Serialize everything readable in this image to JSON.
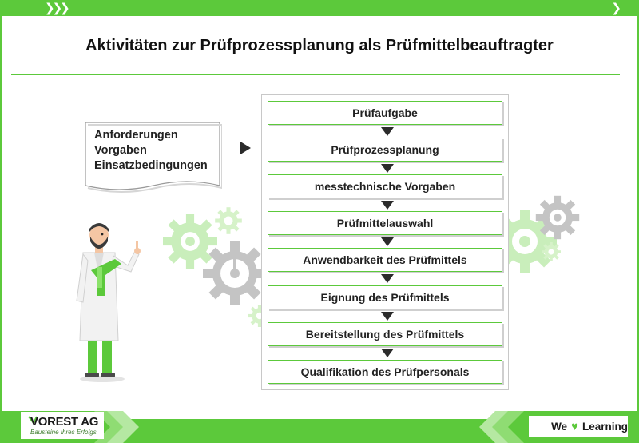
{
  "title": "Aktivitäten zur Prüfprozessplanung als Prüfmittelbeauftragter",
  "note": {
    "lines": [
      "Anforderungen",
      "Vorgaben",
      "Einsatzbedingungen"
    ]
  },
  "steps": [
    "Prüfaufgabe",
    "Prüfprozessplanung",
    "messtechnische Vorgaben",
    "Prüfmittelauswahl",
    "Anwendbarkeit des Prüfmittels",
    "Eignung des Prüfmittels",
    "Bereitstellung des Prüfmittels",
    "Qualifikation des Prüfpersonals"
  ],
  "footer": {
    "logo_name": "VOREST AG",
    "logo_tagline": "Bausteine Ihres Erfolgs",
    "slogan_before": "We",
    "slogan_after": "Learning"
  },
  "colors": {
    "accent": "#5cc93b",
    "gear_light": "#c9eebb",
    "gear_gray": "#bdbdbd",
    "coat": "#f2f2f2",
    "pants": "#5cc93b"
  },
  "icons": [
    "heart-icon",
    "gear-icon",
    "pointer-arrow-icon",
    "down-arrow-icon",
    "scientist-illustration"
  ]
}
